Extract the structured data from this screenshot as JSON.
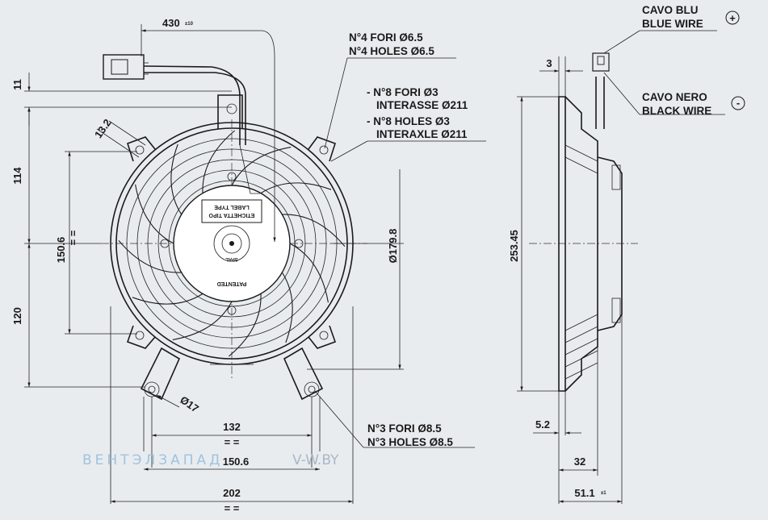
{
  "drawing": {
    "dimensions": {
      "cable_length": "430",
      "cable_tol": "±10",
      "top_offset": "11",
      "upper_height": "114",
      "lower_height": "120",
      "mount_height": "150.6",
      "lug_angle": "13.2",
      "diameter": "Ø179.8",
      "lug_hole": "Ø17",
      "hole_span_inner": "132",
      "hole_span_outer": "150.6",
      "overall_width": "202",
      "side_offset": "3",
      "overall_height": "253.45",
      "flange": "5.2",
      "depth": "32",
      "total_depth": "51.1",
      "total_depth_tol": "±1"
    },
    "notes": {
      "holes4_it": "N°4 FORI Ø6.5",
      "holes4_en": "N°4 HOLES Ø6.5",
      "holes8_it_1": "- N°8 FORI Ø3",
      "holes8_it_2": "INTERASSE Ø211",
      "holes8_en_1": "- N°8 HOLES Ø3",
      "holes8_en_2": "INTERAXLE Ø211",
      "holes3_it": "N°3 FORI Ø8.5",
      "holes3_en": "N°3 HOLES Ø8.5",
      "blue_it": "CAVO BLU",
      "blue_en": "BLUE WIRE",
      "blue_symbol": "+",
      "black_it": "CAVO NERO",
      "black_en": "BLACK WIRE",
      "black_symbol": "-"
    },
    "hub_labels": {
      "label_1": "ETICHETTA TIPO",
      "label_2": "LABEL TYPE",
      "patented": "PATENTED",
      "brand": "SPAL"
    },
    "watermark": {
      "brand": "ВЕНТЭЛЗАПАД",
      "site": "V-W.BY"
    }
  }
}
